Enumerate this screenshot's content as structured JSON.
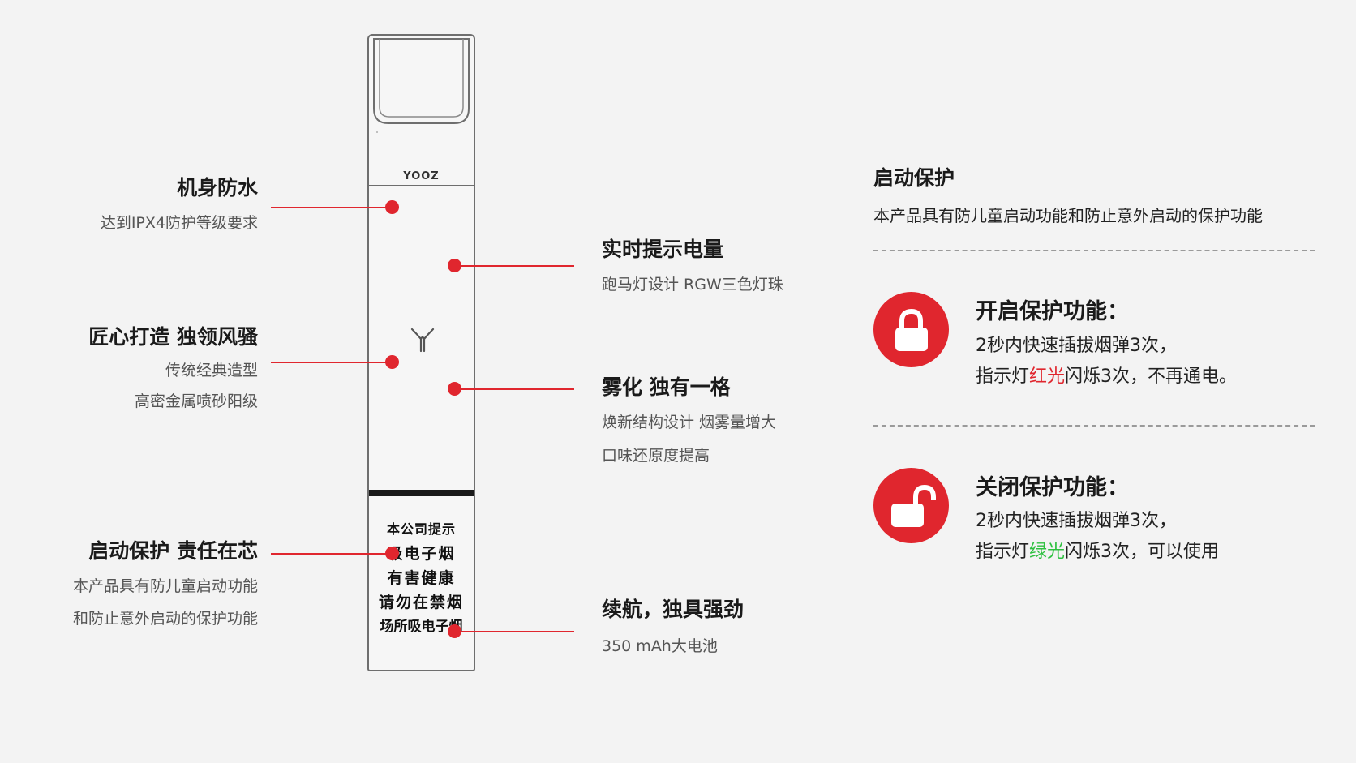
{
  "device": {
    "brand": "YOOZ",
    "warning": [
      "本公司提示",
      "吸电子烟",
      "有害健康",
      "请勿在禁烟",
      "场所吸电子烟"
    ]
  },
  "left_features": [
    {
      "title": "机身防水",
      "lines": [
        "达到IPX4防护等级要求"
      ]
    },
    {
      "title": "匠心打造 独领风骚",
      "lines": [
        "传统经典造型",
        "高密金属喷砂阳级"
      ]
    },
    {
      "title": "启动保护 责任在芯",
      "lines": [
        "本产品具有防儿童启动功能",
        "和防止意外启动的保护功能"
      ]
    }
  ],
  "right_features": [
    {
      "title": "实时提示电量",
      "lines": [
        "跑马灯设计 RGW三色灯珠"
      ]
    },
    {
      "title": "雾化 独有一格",
      "lines": [
        "焕新结构设计 烟雾量增大",
        "口味还原度提高"
      ]
    },
    {
      "title": "续航，独具强劲",
      "lines": [
        "350 mAh大电池"
      ]
    }
  ],
  "protection": {
    "title": "启动保护",
    "desc": "本产品具有防儿童启动功能和防止意外启动的保护功能",
    "enable": {
      "icon": "lock-closed-icon",
      "title": "开启保护功能：",
      "line1": "2秒内快速插拔烟弹3次，",
      "line2_pre": "指示灯",
      "line2_hl": "红光",
      "line2_post": "闪烁3次，不再通电。",
      "hl_color": "#e0262e"
    },
    "disable": {
      "icon": "lock-open-icon",
      "title": "关闭保护功能：",
      "line1": "2秒内快速插拔烟弹3次，",
      "line2_pre": "指示灯",
      "line2_hl": "绿光",
      "line2_post": "闪烁3次，可以使用",
      "hl_color": "#2ec040"
    }
  },
  "colors": {
    "accent": "#e0262e",
    "green": "#2ec040",
    "background": "#f3f3f3"
  }
}
